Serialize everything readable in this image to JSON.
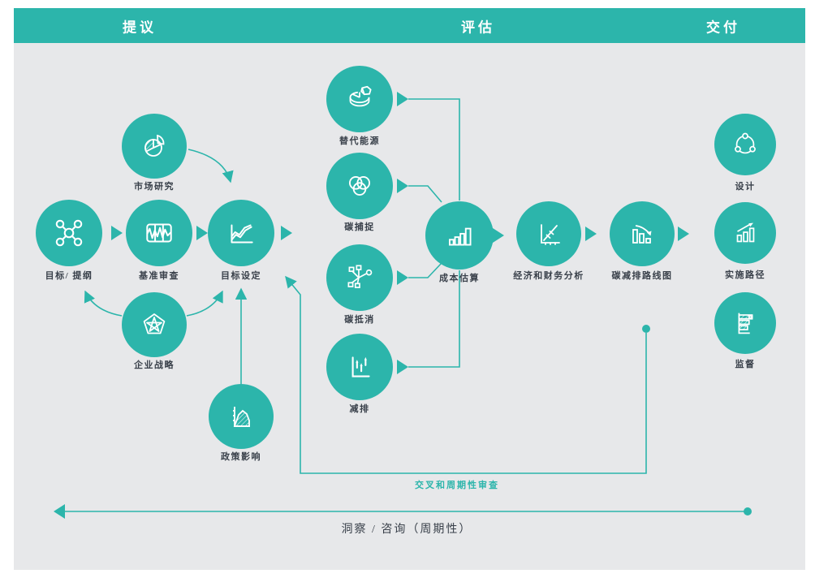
{
  "header": {
    "phases": [
      {
        "id": "proposal",
        "label": "提议"
      },
      {
        "id": "assessment",
        "label": "评估"
      },
      {
        "id": "delivery",
        "label": "交付"
      }
    ]
  },
  "nodes": [
    {
      "id": "goals-outline",
      "label": "目标/ 提纲",
      "icon": "molecule-icon"
    },
    {
      "id": "baseline-review",
      "label": "基准审查",
      "icon": "frame-wave-icon"
    },
    {
      "id": "target-setting",
      "label": "目标设定",
      "icon": "line-chart-icon"
    },
    {
      "id": "market-research",
      "label": "市场研究",
      "icon": "pie-chart-icon"
    },
    {
      "id": "corporate-strategy",
      "label": "企业战略",
      "icon": "pentagon-star-icon"
    },
    {
      "id": "policy-impact",
      "label": "政策影响",
      "icon": "area-chart-icon"
    },
    {
      "id": "alternative-energy",
      "label": "替代能源",
      "icon": "pie-3d-icon"
    },
    {
      "id": "carbon-capture",
      "label": "碳捕捉",
      "icon": "venn-circles-icon"
    },
    {
      "id": "carbon-offset",
      "label": "碳抵消",
      "icon": "network-diagram-icon"
    },
    {
      "id": "emission-reduction",
      "label": "减排",
      "icon": "axis-arrows-icon"
    },
    {
      "id": "cost-estimation",
      "label": "成本估算",
      "icon": "rising-bars-icon"
    },
    {
      "id": "economic-analysis",
      "label": "经济和财务分析",
      "icon": "trend-axis-icon"
    },
    {
      "id": "carbon-roadmap",
      "label": "碳减排路线图",
      "icon": "declining-bars-icon"
    },
    {
      "id": "design",
      "label": "设计",
      "icon": "circle-nodes-icon"
    },
    {
      "id": "implementation-path",
      "label": "实施路径",
      "icon": "bars-up-arrow-icon"
    },
    {
      "id": "supervision",
      "label": "监督",
      "icon": "horizontal-bars-icon"
    }
  ],
  "annotations": {
    "cross_review_label": "交叉和周期性审查",
    "insight_label": "洞察 / 咨询（周期性）"
  },
  "colors": {
    "teal": "#2cb5ab",
    "panel_background": "#e7e8ea",
    "header_text": "#ffffff",
    "label_text": "#39404a"
  }
}
